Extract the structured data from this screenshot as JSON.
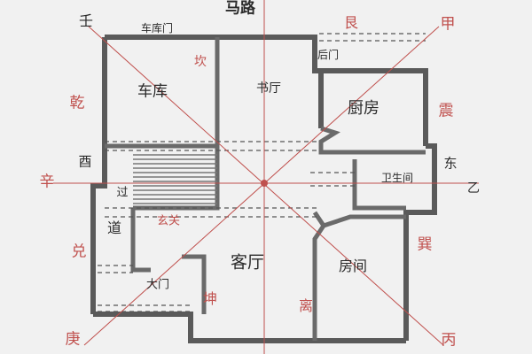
{
  "title": "马路",
  "rooms": {
    "garage_door": "车库门",
    "garage": "车库",
    "study": "书厅",
    "back_door": "后门",
    "kitchen": "厨房",
    "bathroom": "卫生间",
    "west_corridor": "酉",
    "corridor_guo": "过",
    "corridor_dao": "道",
    "entrance": "玄关",
    "living_room": "客厅",
    "main_door": "大门",
    "bedroom": "房间",
    "east": "东"
  },
  "directions": {
    "ren": "壬",
    "gen": "艮",
    "jia": "甲",
    "kan": "坎",
    "qian": "乾",
    "zhen": "震",
    "xin": "辛",
    "yi": "乙",
    "dui": "兑",
    "xun": "巽",
    "kun": "坤",
    "li": "离",
    "geng": "庚",
    "bing": "丙"
  },
  "colors": {
    "paper": "#f1f1f1",
    "ink": "#2a2a2a",
    "red": "#c0504d",
    "wall_fill": "#9a9a9a"
  }
}
